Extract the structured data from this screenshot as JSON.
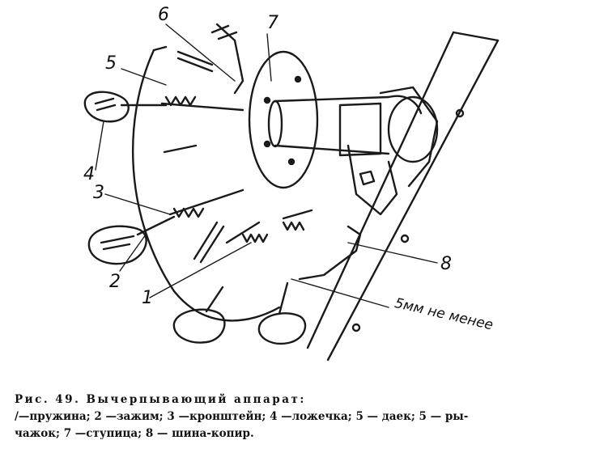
{
  "figure": {
    "labels": {
      "l1": "1",
      "l2": "2",
      "l3": "3",
      "l4": "4",
      "l5": "5",
      "l6": "6",
      "l7": "7",
      "l8": "8"
    },
    "clearance_note": "5мм не менее"
  },
  "caption": {
    "title": "Рис. 49. Вычерпывающий аппарат:",
    "line1": "/—пружина; 2 —зажим; 3 —кронштейн; 4 —ложечка; 5 — даек; 5 — ры-",
    "line2": "чажок; 7 —ступица; 8 — шина-копир."
  }
}
